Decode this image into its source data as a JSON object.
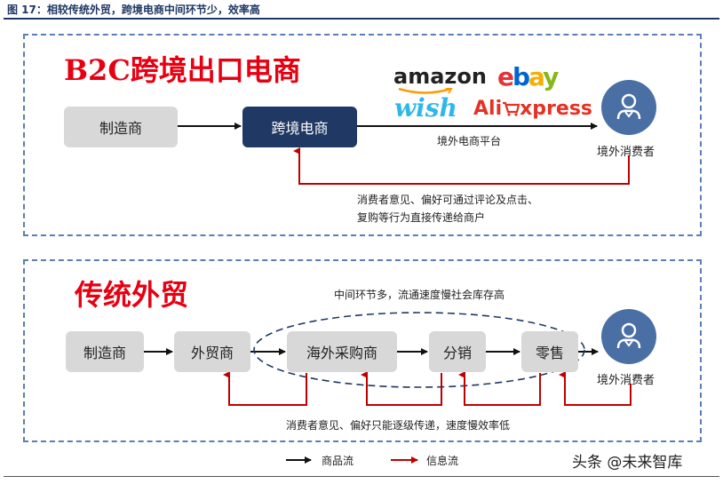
{
  "figure_title": "图 17：相较传统外贸，跨境电商中间环节少，效率高",
  "b2c": {
    "heading": "B2C跨境出口电商",
    "manufacturer": "制造商",
    "cross_border_ecommerce": "跨境电商",
    "platform_label": "境外电商平台",
    "consumer_label": "境外消费者",
    "feedback_line1": "消费者意见、偏好可通过评论及点击、",
    "feedback_line2": "复购等行为直接传递给商户",
    "logos": {
      "amazon": "amazon",
      "ebay_e": "e",
      "ebay_b": "b",
      "ebay_a": "a",
      "ebay_y": "y",
      "wish": "wish",
      "aliexpress_ali": "Ali",
      "aliexpress_rest": "xpress"
    }
  },
  "traditional": {
    "heading": "传统外贸",
    "note": "中间环节多，流通速度慢社会库存高",
    "manufacturer": "制造商",
    "foreign_trader": "外贸商",
    "overseas_buyer": "海外采购商",
    "distribution": "分销",
    "retail": "零售",
    "consumer_label": "境外消费者",
    "feedback": "消费者意见、偏好只能逐级传递，速度慢效率低"
  },
  "legend": {
    "goods_flow": "商品流",
    "info_flow": "信息流"
  },
  "watermark": "头条 @未来智库",
  "colors": {
    "navy": "#1f3864",
    "red": "#e60012",
    "info_red": "#c00000",
    "panel_border": "#5b7db8",
    "consumer_blue": "#4a6fa5",
    "amazon": "#222222",
    "ebay_e": "#e53238",
    "ebay_b": "#0064d2",
    "ebay_a": "#f5af02",
    "ebay_y": "#86b817",
    "wish": "#2fb7ec",
    "aliexpress": "#e43225"
  }
}
